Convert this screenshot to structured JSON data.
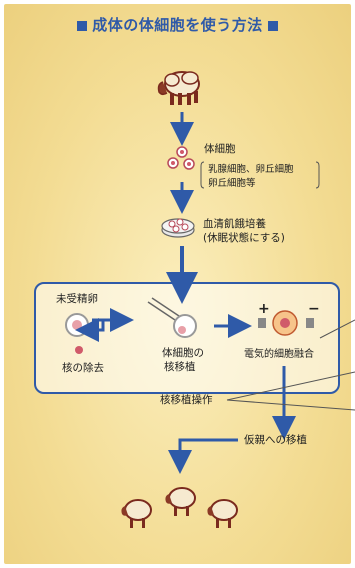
{
  "title": "成体の体細胞を使う方法",
  "nodes": {
    "somatic_cell": "体細胞",
    "cell_types": [
      "乳腺細胞、卵丘細胞",
      "卵丘細胞等"
    ],
    "serum_culture": "血清飢餓培養",
    "serum_culture_sub": "(休眠状態にする)",
    "unfertilized_egg": "未受精卵",
    "nucleus_removal": "核の除去",
    "somatic_transfer": [
      "体細胞の",
      "核移植"
    ],
    "electrofusion": "電気的細胞融合",
    "plus": "+",
    "minus": "−",
    "nuclear_transfer_op": "核移植操作",
    "surrogate_transfer": "仮親への移植"
  }
}
